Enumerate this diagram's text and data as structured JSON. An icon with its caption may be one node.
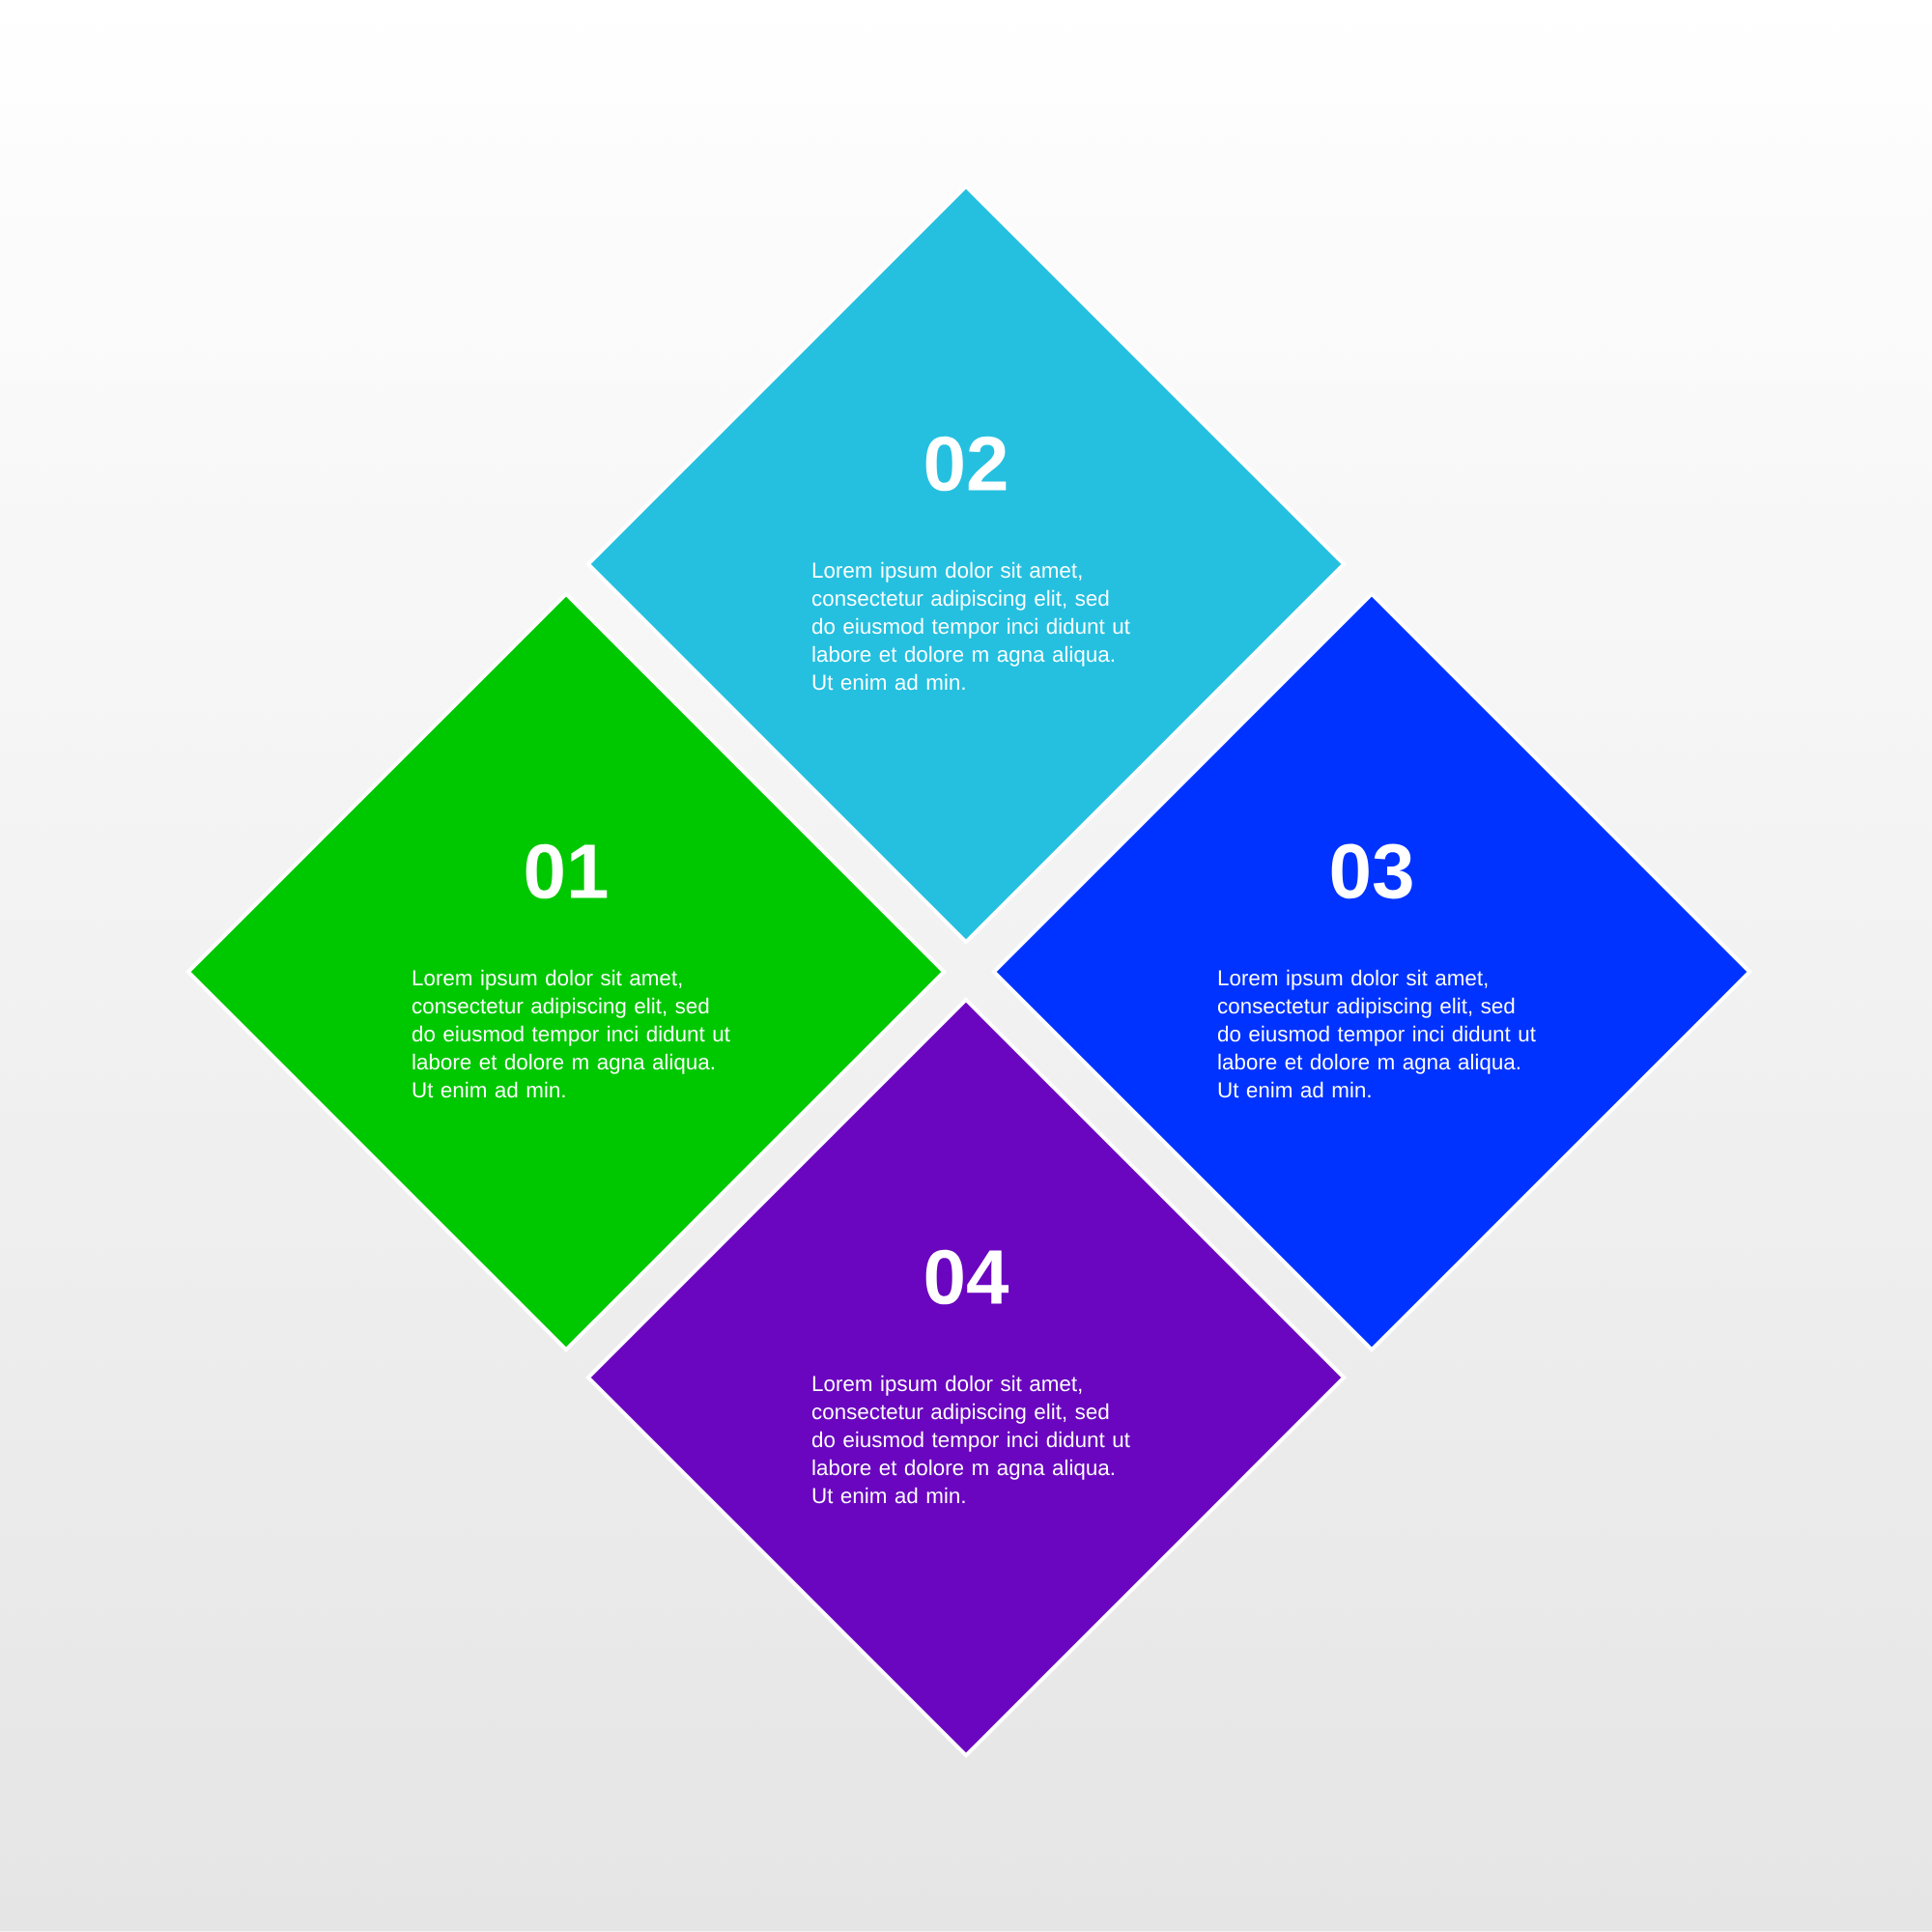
{
  "diagram": {
    "nodes": [
      {
        "text": [
          "01",
          "Lorem ipsum dolor sit amet, consectetur adipiscing elit, sed do eiusmod tempor inci didunt ut labore et dolore m agna aliqua. Ut enim ad min."
        ]
      },
      {
        "text": [
          "02",
          "Lorem ipsum dolor sit amet, consectetur adipiscing elit, sed do eiusmod tempor inci didunt ut labore et dolore m agna aliqua. Ut enim ad min."
        ]
      },
      {
        "text": [
          "03",
          "Lorem ipsum dolor sit amet, consectetur adipiscing elit, sed do eiusmod tempor inci didunt ut labore et dolore m agna aliqua. Ut enim ad min."
        ]
      },
      {
        "text": [
          "04",
          "Lorem ipsum dolor sit amet, consectetur adipiscing elit, sed do eiusmod tempor inci didunt ut labore et dolore m agna aliqua. Ut enim ad min."
        ]
      }
    ]
  }
}
